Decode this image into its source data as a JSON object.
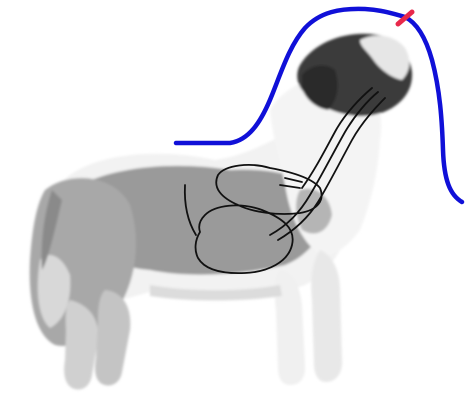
{
  "image": {
    "subject": "dog",
    "background_color": "#ffffff",
    "overlays": [
      {
        "name": "feeding-tube-path",
        "color": "#1010d8"
      },
      {
        "name": "tube-tip-marker",
        "color": "#e8284a"
      },
      {
        "name": "organ-outline",
        "color": "#111111"
      }
    ],
    "dog_colors": {
      "white": "#f2f2f2",
      "gray": "#9a9a9a",
      "dark": "#3a3a3a"
    }
  }
}
